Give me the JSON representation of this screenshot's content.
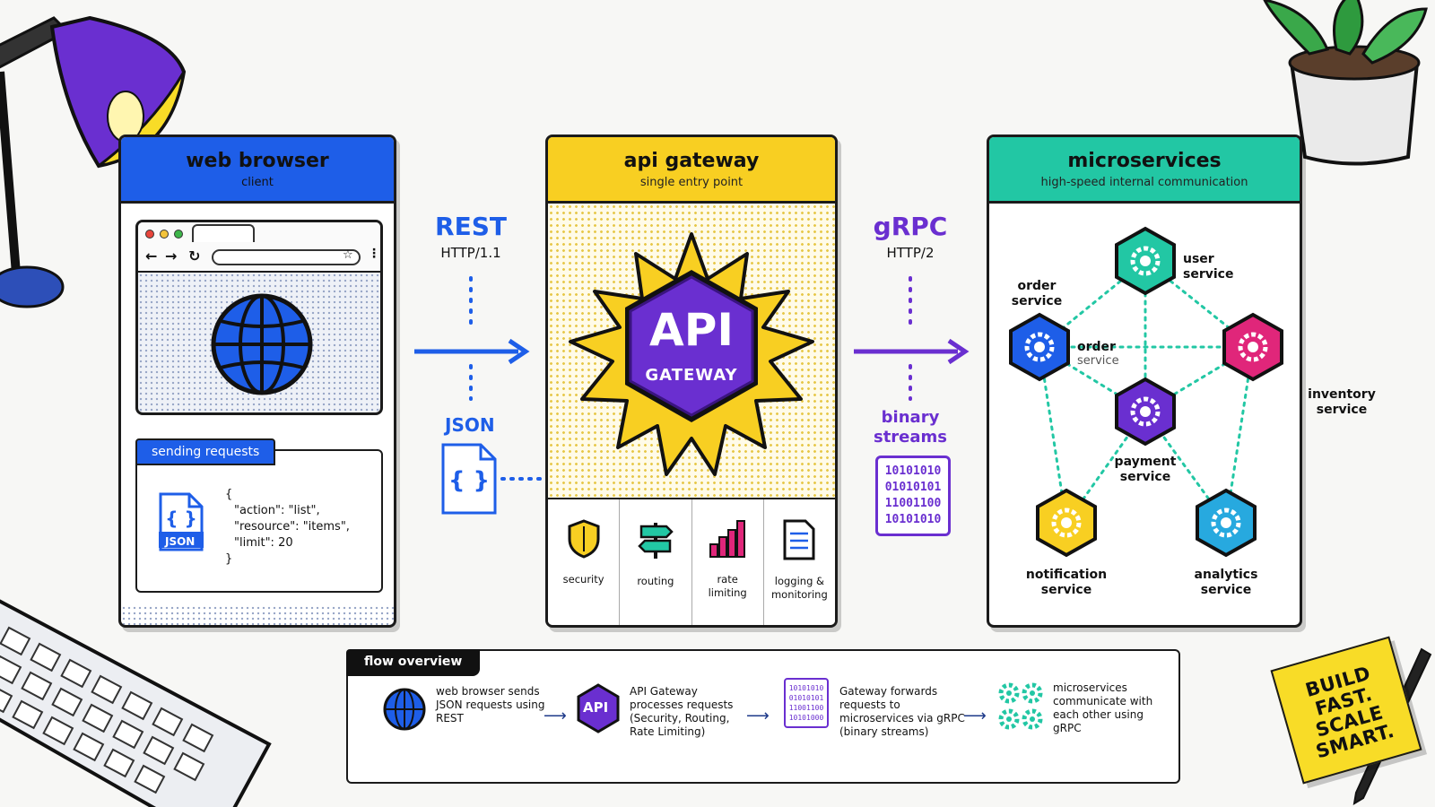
{
  "browser": {
    "title": "web browser",
    "subtitle": "client",
    "request_tab": "sending requests",
    "json_badge": "JSON",
    "json_lines": [
      "{",
      "\"action\": \"list\",",
      "\"resource\": \"items\",",
      "\"limit\": 20",
      "}"
    ]
  },
  "rest": {
    "label": "REST",
    "protocol": "HTTP/1.1",
    "format": "JSON"
  },
  "gateway": {
    "title": "api gateway",
    "subtitle": "single entry point",
    "badge_main": "API",
    "badge_sub": "GATEWAY",
    "features": [
      {
        "label": "security",
        "icon": "shield-icon"
      },
      {
        "label": "routing",
        "icon": "signpost-icon"
      },
      {
        "label": "rate limiting",
        "icon": "bar-chart-icon"
      },
      {
        "label": "logging & monitoring",
        "icon": "document-icon"
      }
    ]
  },
  "grpc": {
    "label": "gRPC",
    "protocol": "HTTP/2",
    "format": "binary streams",
    "binary_lines": [
      "10101010",
      "01010101",
      "11001100",
      "10101010"
    ]
  },
  "micro": {
    "title": "microservices",
    "subtitle": "high-speed internal communication",
    "services": {
      "user": "user service",
      "order_top": "order service",
      "order_mid": "order",
      "order_mid2": "service",
      "inventory": "inventory service",
      "payment": "payment service",
      "notification": "notification service",
      "analytics": "analytics service"
    }
  },
  "flow": {
    "title": "flow overview",
    "steps": [
      "web browser sends JSON requests using REST",
      "API Gateway processes requests (Security, Routing, Rate Limiting)",
      "Gateway forwards requests to microservices via gRPC (binary streams)",
      "microservices communicate with each other using gRPC"
    ],
    "api_icon_text": "API",
    "binary_lines": [
      "10101010",
      "01010101",
      "11001100",
      "10101000"
    ]
  },
  "sticky": {
    "lines": [
      "BUILD",
      "FAST.",
      "SCALE",
      "SMART."
    ]
  },
  "colors": {
    "blue": "#1e5ee8",
    "yellow": "#f8cf22",
    "teal": "#22c7a4",
    "purple": "#6a2fd0",
    "magenta": "#e0267a",
    "cyan": "#27a9df"
  }
}
